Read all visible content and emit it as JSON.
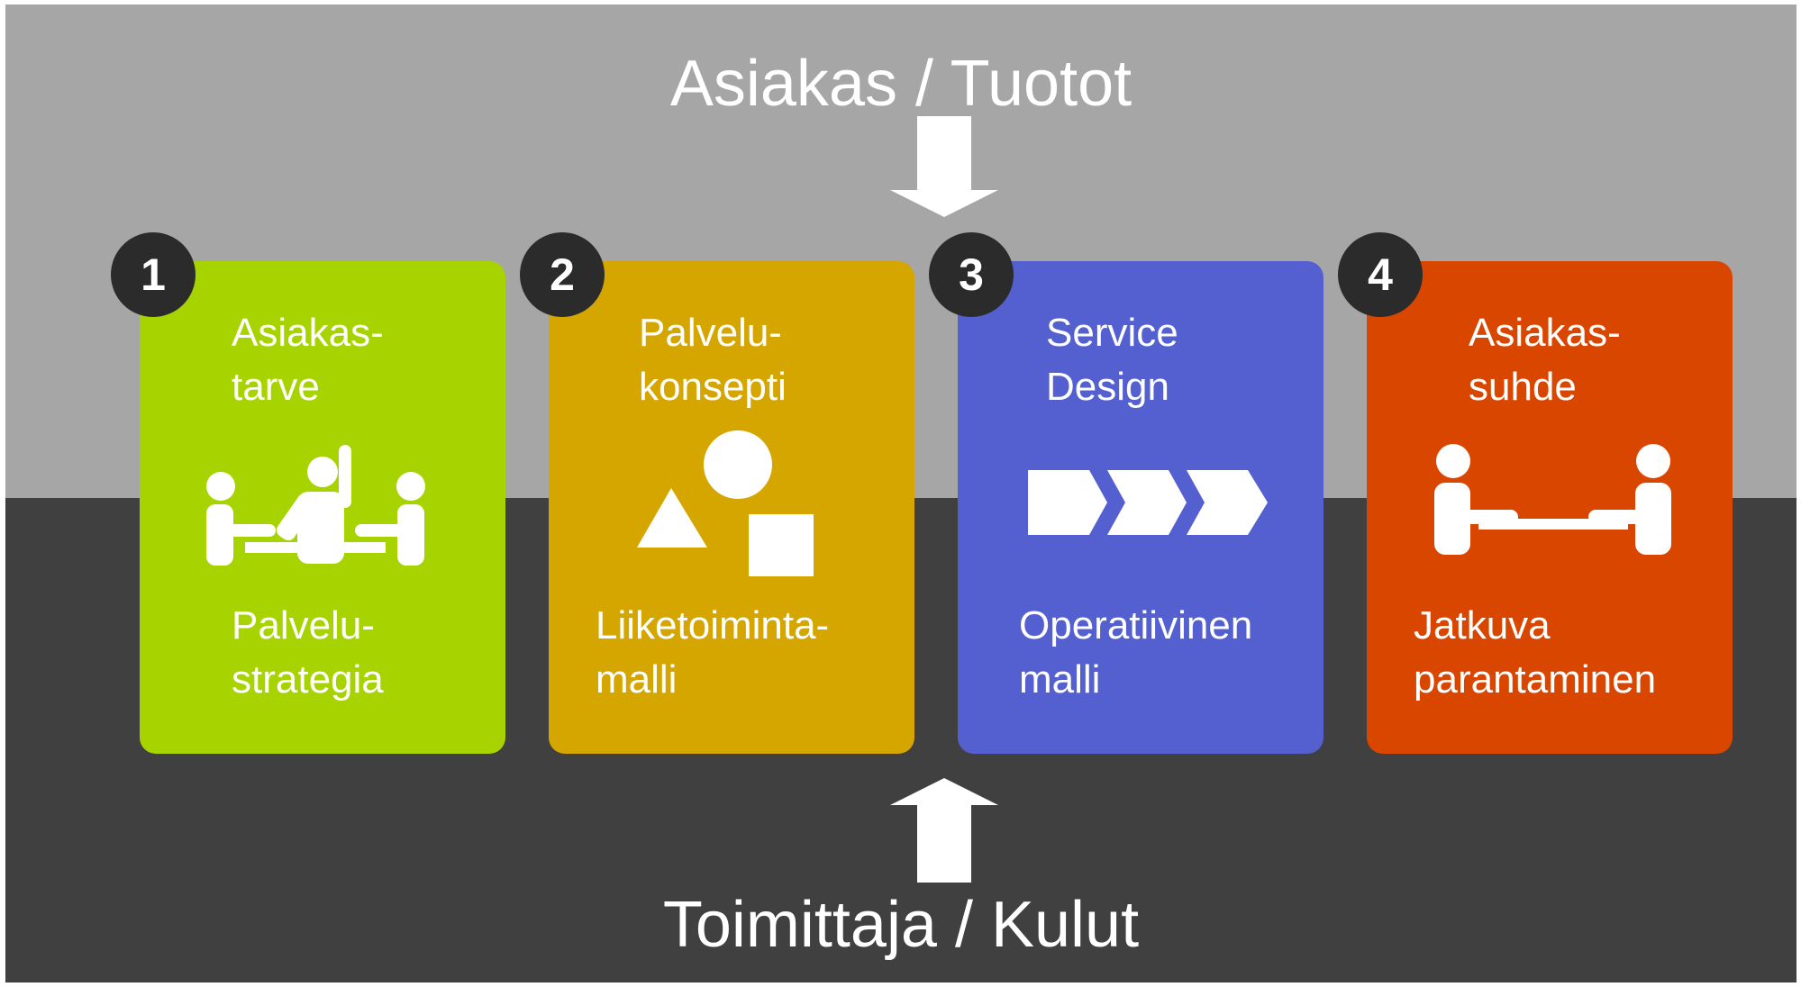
{
  "header": {
    "title": "Asiakas / Tuotot"
  },
  "footer": {
    "title": "Toimittaja / Kulut"
  },
  "colors": {
    "top_band": "#a6a6a6",
    "bottom_band": "#404040",
    "card1": "#a7d300",
    "card2": "#d5a500",
    "card3": "#5560d0",
    "card4": "#d94600",
    "badge": "#2b2b2b"
  },
  "cards": [
    {
      "number": "1",
      "top_line1": "Asiakas-",
      "top_line2": "tarve",
      "icon": "meeting-people-icon",
      "bottom_line1": "Palvelu-",
      "bottom_line2": "strategia"
    },
    {
      "number": "2",
      "top_line1": "Palvelu-",
      "top_line2": "konsepti",
      "icon": "shapes-icon",
      "bottom_line1": "Liiketoiminta-",
      "bottom_line2": "malli"
    },
    {
      "number": "3",
      "top_line1": "Service",
      "top_line2": "Design",
      "icon": "process-chevrons-icon",
      "bottom_line1": "Operatiivinen",
      "bottom_line2": "malli"
    },
    {
      "number": "4",
      "top_line1": "Asiakas-",
      "top_line2": "suhde",
      "icon": "handshake-table-icon",
      "bottom_line1": "Jatkuva",
      "bottom_line2": "parantaminen"
    }
  ]
}
